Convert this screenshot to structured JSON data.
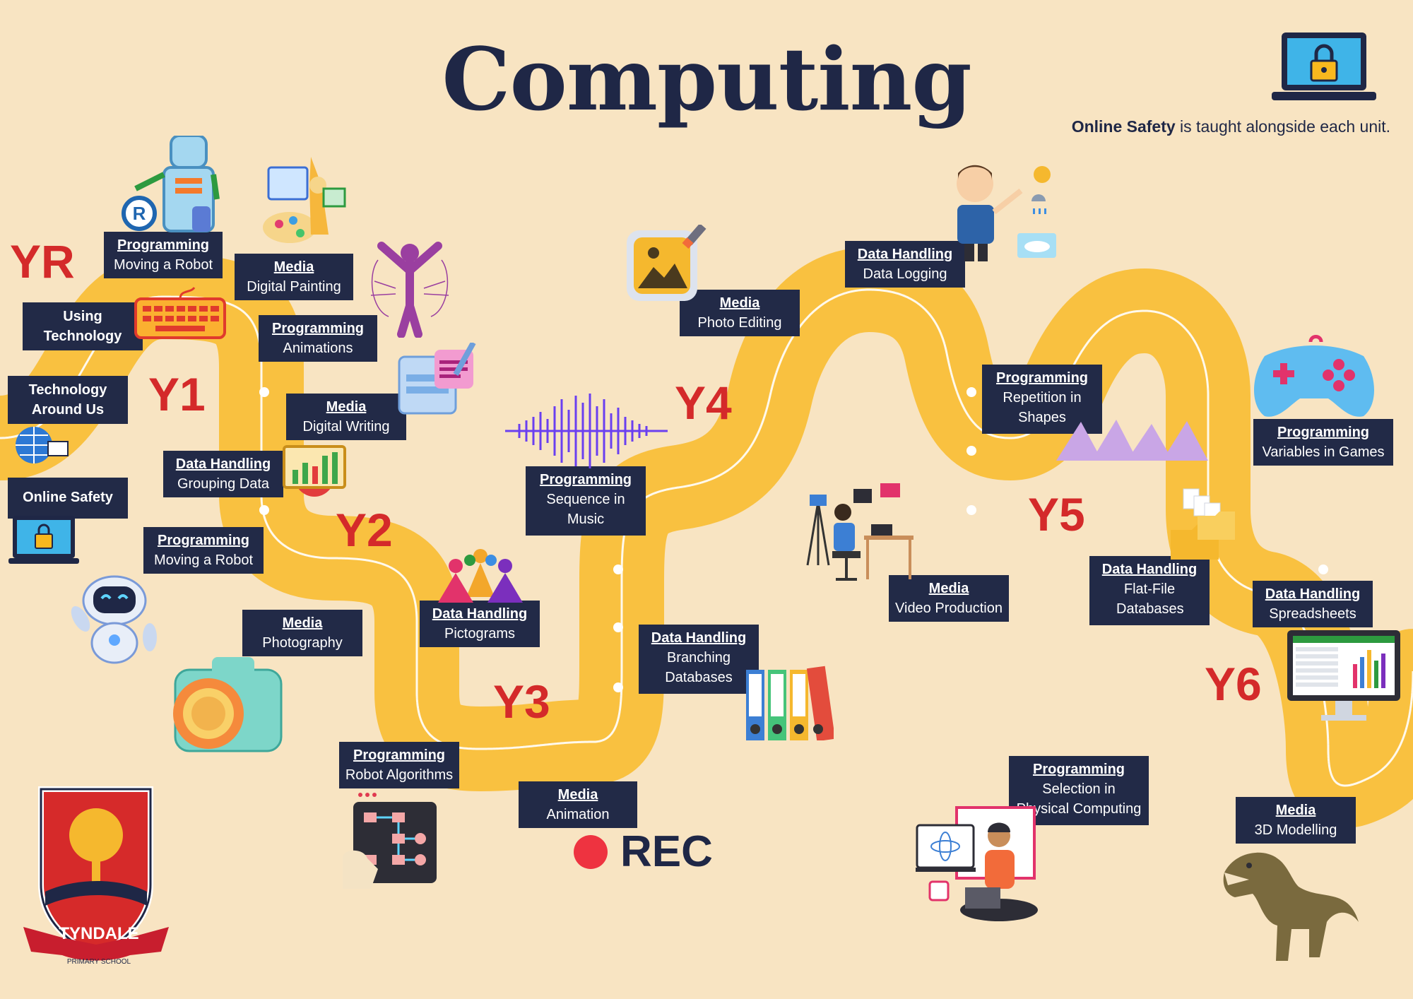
{
  "title": "Computing",
  "safety_note": {
    "bold": "Online Safety",
    "rest": " is taught alongside each unit."
  },
  "year_labels": [
    "YR",
    "Y1",
    "Y2",
    "Y3",
    "Y4",
    "Y5",
    "Y6"
  ],
  "units": [
    {
      "heading": "Programming",
      "text": "Moving a Robot"
    },
    {
      "heading": "Media",
      "text": "Digital Painting"
    },
    {
      "heading": "",
      "text": "Using Technology"
    },
    {
      "heading": "Programming",
      "text": "Animations"
    },
    {
      "heading": "",
      "text": "Technology Around Us"
    },
    {
      "heading": "Media",
      "text": "Digital Writing"
    },
    {
      "heading": "Data Handling",
      "text": "Grouping Data"
    },
    {
      "heading": "",
      "text": "Online Safety"
    },
    {
      "heading": "Programming",
      "text": "Moving a Robot"
    },
    {
      "heading": "Media",
      "text": "Photography"
    },
    {
      "heading": "Data Handling",
      "text": "Pictograms"
    },
    {
      "heading": "Programming",
      "text": "Robot Algorithms"
    },
    {
      "heading": "Media",
      "text": "Animation"
    },
    {
      "heading": "Programming",
      "text": "Sequence in Music"
    },
    {
      "heading": "Data Handling",
      "text": "Branching Databases"
    },
    {
      "heading": "Media",
      "text": "Photo Editing"
    },
    {
      "heading": "Data Handling",
      "text": "Data Logging"
    },
    {
      "heading": "Programming",
      "text": "Repetition in Shapes"
    },
    {
      "heading": "Media",
      "text": "Video Production"
    },
    {
      "heading": "Data Handling",
      "text": "Flat-File Databases"
    },
    {
      "heading": "Programming",
      "text": "Selection in Physical Computing"
    },
    {
      "heading": "Programming",
      "text": "Variables in Games"
    },
    {
      "heading": "Data Handling",
      "text": "Spreadsheets"
    },
    {
      "heading": "Media",
      "text": "3D Modelling"
    }
  ],
  "rec": "REC",
  "school": {
    "name": "TYNDALE",
    "sub": "PRIMARY SCHOOL"
  },
  "colors": {
    "background": "#f8e4c2",
    "road": "#f9c140",
    "label_bg": "#222a47",
    "year": "#d42a2a",
    "title": "#1f2746"
  },
  "icons": [
    "laptop-lock-icon",
    "robot-icon",
    "painter-icon",
    "keyboard-icon",
    "stick-figure-icon",
    "chat-window-icon",
    "chart-icon",
    "laptop-lock-icon",
    "robot-friend-icon",
    "camera-icon",
    "people-icon",
    "flowchart-icon",
    "soundwave-icon",
    "folders-icon",
    "photo-icon",
    "teacher-weather-icon",
    "triangles-icon",
    "video-desk-icon",
    "files-icon",
    "person-laptop-icon",
    "gamepad-icon",
    "monitor-spreadsheet-icon",
    "dinosaur-icon",
    "school-crest-icon"
  ]
}
